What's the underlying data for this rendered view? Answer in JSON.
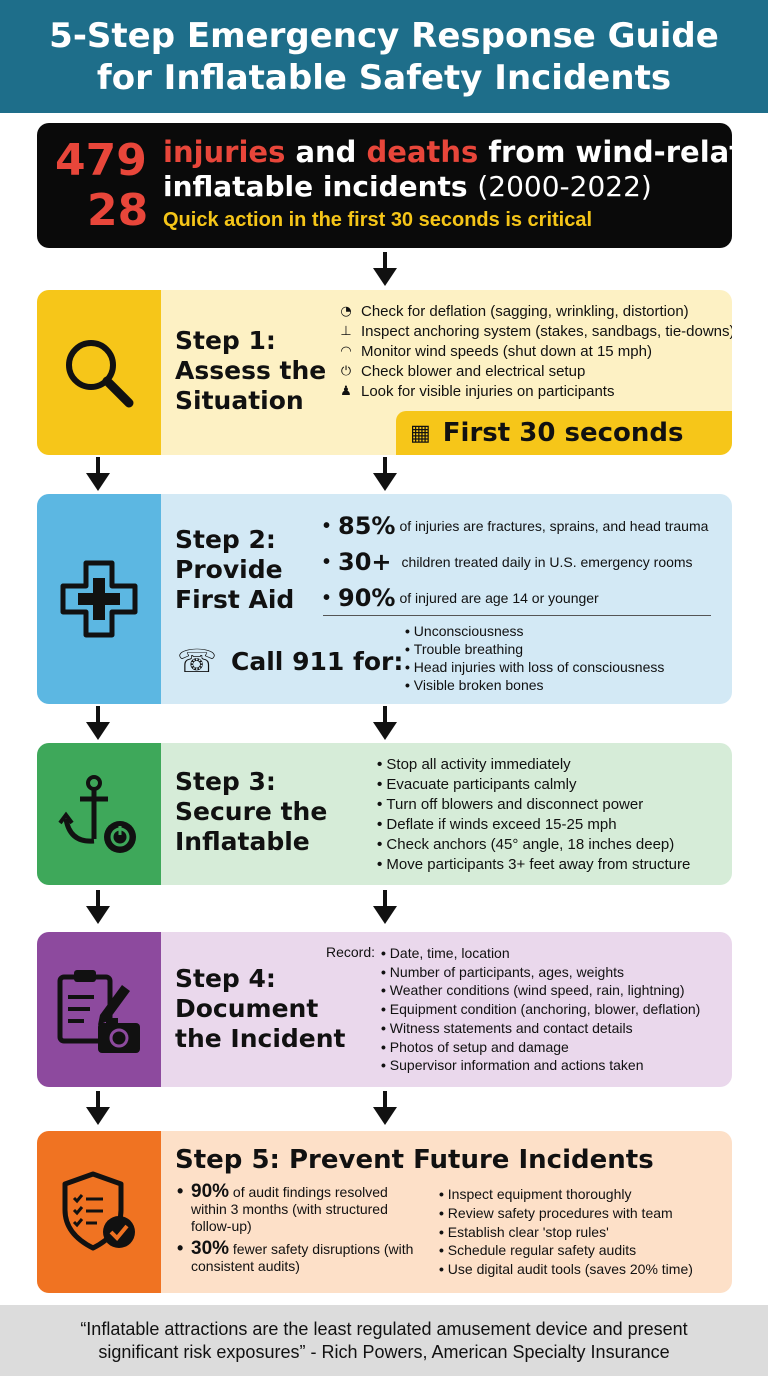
{
  "header": {
    "title_line1": "5-Step Emergency Response Guide",
    "title_line2": "for Inflatable Safety Incidents"
  },
  "stats": {
    "injuries_number": "479",
    "deaths_number": "28",
    "injuries_word": "injuries",
    "and_word": " and ",
    "deaths_word": "deaths",
    "line1_rest": " from wind-related",
    "line2_bold": "inflatable incidents ",
    "line2_years": "(2000-2022)",
    "quick_action": "Quick action in the first 30 seconds is critical"
  },
  "step1": {
    "title": [
      "Step 1:",
      "Assess the",
      "Situation"
    ],
    "items": [
      {
        "icon": "gauge-icon",
        "text": "Check for deflation (sagging, wrinkling, distortion)"
      },
      {
        "icon": "anchor-stake-icon",
        "text": "Inspect anchoring system (stakes, sandbags, tie-downs)"
      },
      {
        "icon": "wind-gauge-icon",
        "text": "Monitor wind speeds (shut down at 15 mph)"
      },
      {
        "icon": "plug-icon",
        "text": "Check blower and electrical setup"
      },
      {
        "icon": "person-icon",
        "text": "Look for visible injuries on participants"
      }
    ],
    "timer": "First 30 seconds"
  },
  "step2": {
    "title": [
      "Step 2:",
      "Provide",
      "First Aid"
    ],
    "stats": [
      {
        "big": "85%",
        "text": "of injuries are fractures, sprains, and head trauma"
      },
      {
        "big": "30+",
        "text": "children treated daily in U.S. emergency rooms"
      },
      {
        "big": "90%",
        "text": "of injured are age 14 or younger"
      }
    ],
    "call_label": "Call 911 for:",
    "call_items": [
      "Unconsciousness",
      "Trouble breathing",
      "Head injuries with loss of consciousness",
      "Visible broken bones"
    ]
  },
  "step3": {
    "title": [
      "Step 3:",
      "Secure the",
      "Inflatable"
    ],
    "items": [
      "Stop all activity immediately",
      "Evacuate participants calmly",
      "Turn off blowers and disconnect power",
      "Deflate if winds exceed 15-25 mph",
      "Check anchors (45° angle, 18 inches deep)",
      "Move participants 3+ feet away from structure"
    ]
  },
  "step4": {
    "title": [
      "Step 4:",
      "Document",
      "the Incident"
    ],
    "record_label": "Record:",
    "items": [
      "Date, time, location",
      "Number of participants, ages, weights",
      "Weather conditions (wind speed, rain, lightning)",
      "Equipment condition (anchoring, blower, deflation)",
      "Witness statements and contact details",
      "Photos of setup and damage",
      "Supervisor information and actions taken"
    ]
  },
  "step5": {
    "title": "Step 5: Prevent Future Incidents",
    "left": [
      {
        "big": "90%",
        "text": " of audit findings resolved within 3 months (with structured follow-up)"
      },
      {
        "big": "30%",
        "text": " fewer safety disruptions (with consistent audits)"
      }
    ],
    "right": [
      "Inspect equipment thoroughly",
      "Review safety procedures with team",
      "Establish clear 'stop rules'",
      "Schedule regular safety audits",
      "Use digital audit tools (saves 20% time)"
    ]
  },
  "footer": {
    "quote_line1": "“Inflatable attractions are the least regulated amusement device and present",
    "quote_line2": "significant risk exposures” - Rich Powers, American Specialty Insurance"
  },
  "colors": {
    "header": "#1e6e8a",
    "stat_red": "#e8463a",
    "stat_yellow": "#f5c518",
    "step1": "#f6c619",
    "step2": "#5cb7e2",
    "step3": "#3ea85a",
    "step4": "#8d4a9e",
    "step5": "#f07322"
  }
}
